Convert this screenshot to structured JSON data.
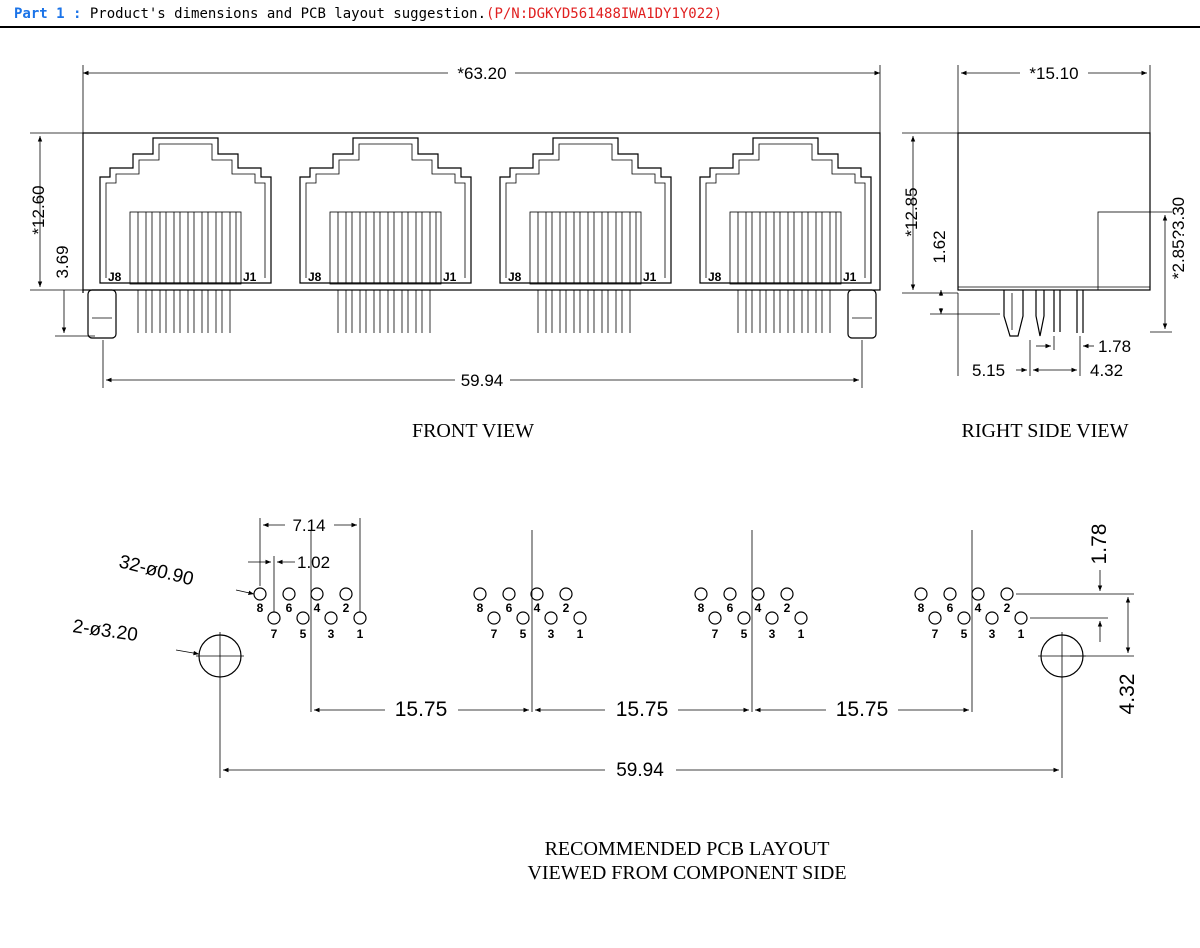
{
  "header": {
    "part_label": "Part 1 :",
    "description": " Product's dimensions and PCB layout suggestion.",
    "part_number": "(P/N:DGKYD561488IWA1DY1Y022)"
  },
  "front_view": {
    "title": "FRONT VIEW",
    "dim_width": "*63.20",
    "dim_height": "*12.60",
    "dim_below": "3.69",
    "dim_peg_span": "59.94",
    "pin_label_left": "J8",
    "pin_label_right": "J1"
  },
  "side_view": {
    "title": "RIGHT SIDE VIEW",
    "dim_depth": "*15.10",
    "dim_height": "*12.85",
    "dim_standoff": "1.62",
    "dim_right": "*2.85?3.30",
    "dim_a": "1.78",
    "dim_b": "5.15",
    "dim_c": "4.32"
  },
  "pcb_layout": {
    "title_line1": "RECOMMENDED PCB LAYOUT",
    "title_line2": "VIEWED FROM COMPONENT SIDE",
    "dim_pin_span": "7.14",
    "dim_pin_pitch": "1.02",
    "hole_small": "32-ø0.90",
    "hole_large": "2-ø3.20",
    "pitch_1": "15.75",
    "pitch_2": "15.75",
    "pitch_3": "15.75",
    "dim_peg_span": "59.94",
    "dim_row_pitch": "1.78",
    "dim_peg_offset": "4.32",
    "pins_top": [
      "8",
      "6",
      "4",
      "2"
    ],
    "pins_bottom": [
      "7",
      "5",
      "3",
      "1"
    ]
  },
  "colors": {
    "part_label": "#1a73e8",
    "part_number": "#e02020",
    "line": "#000000"
  }
}
